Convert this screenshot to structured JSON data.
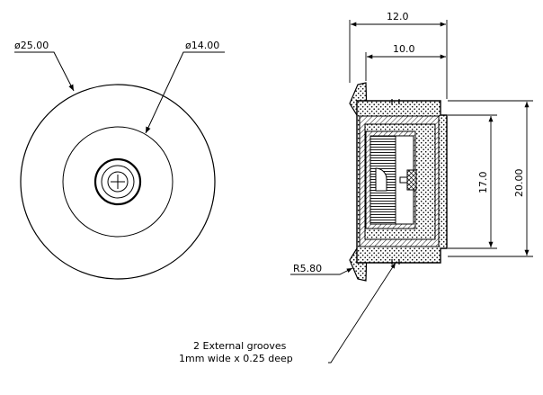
{
  "front_view": {
    "outer_diameter_label": "ø25.00",
    "inner_diameter_label": "ø14.00"
  },
  "section_view": {
    "overall_width_label": "12.0",
    "inner_width_label": "10.0",
    "inner_height_label": "17.0",
    "outer_height_label": "20.00",
    "radius_label": "R5.80"
  },
  "note": {
    "line1": "2 External grooves",
    "line2": "1mm wide x 0.25 deep"
  }
}
